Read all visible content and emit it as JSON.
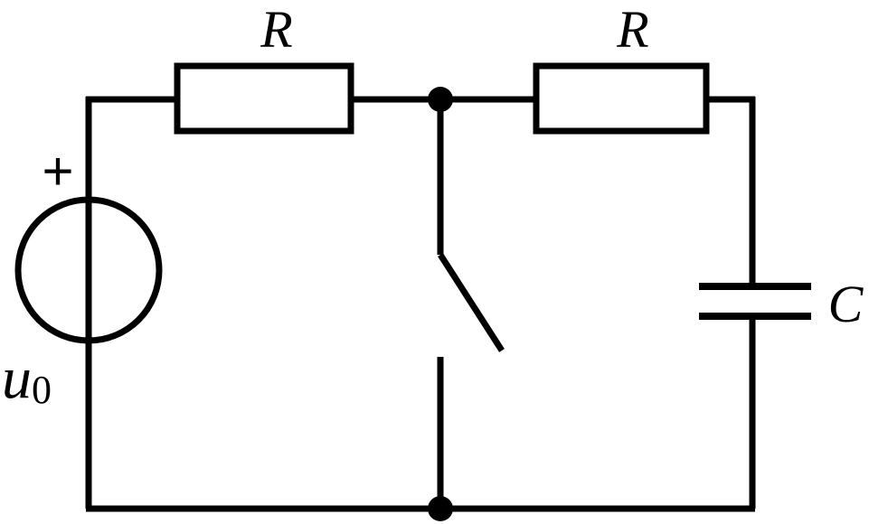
{
  "labels": {
    "resistor_left": "R",
    "resistor_right": "R",
    "capacitor": "C",
    "source_polarity": "+",
    "source_symbol": "u",
    "source_subscript": "0"
  },
  "colors": {
    "stroke": "#000000",
    "background": "#ffffff"
  }
}
